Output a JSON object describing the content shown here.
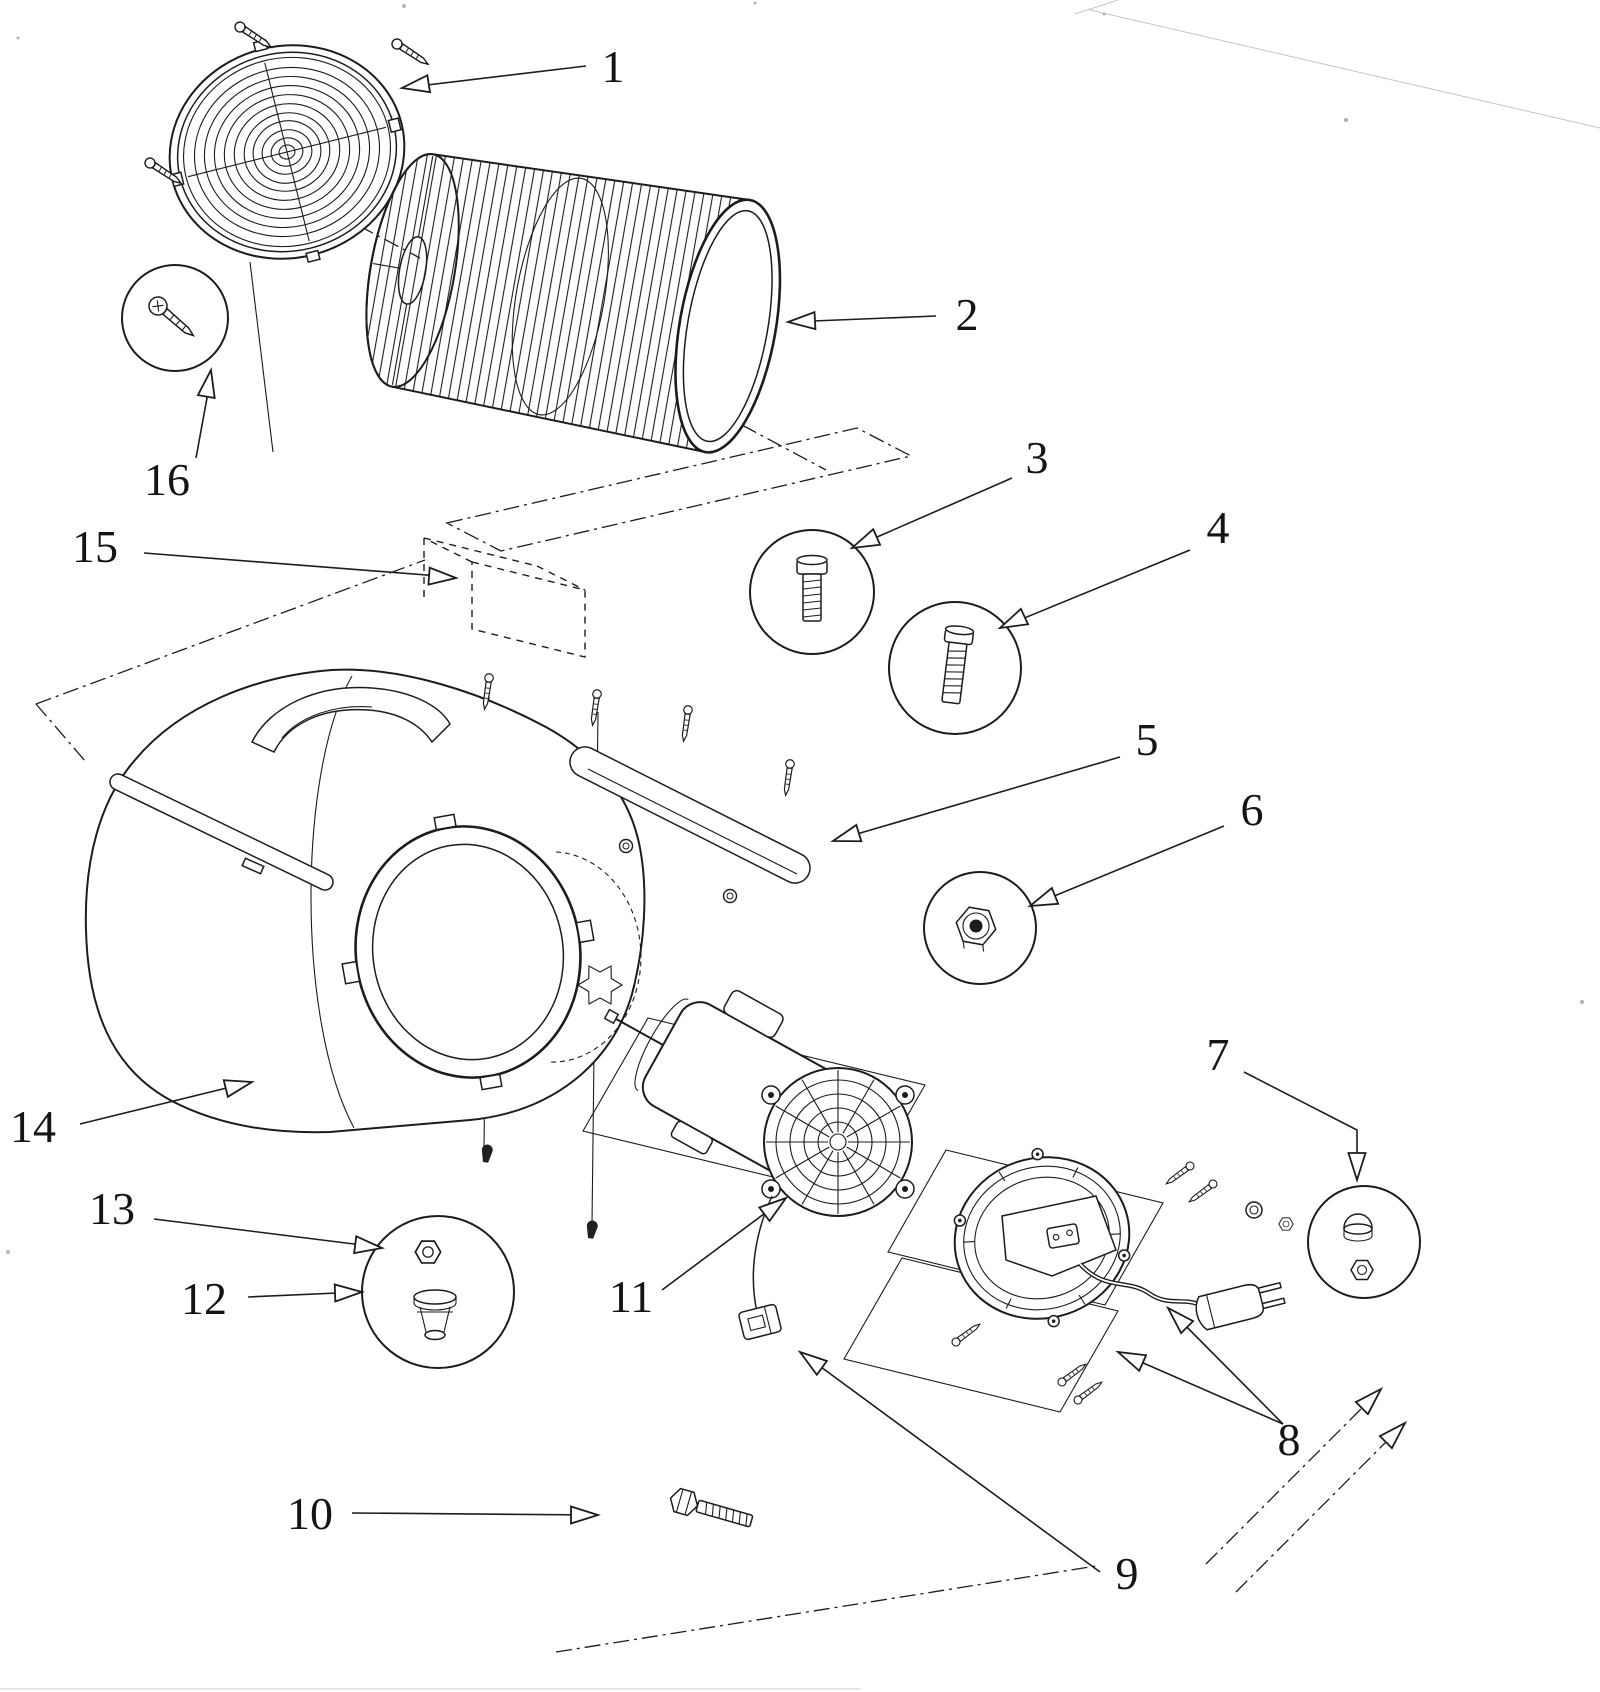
{
  "colors": {
    "ink": "#1c1c1c",
    "paper": "#ffffff"
  },
  "callouts": [
    {
      "label": "1"
    },
    {
      "label": "2"
    },
    {
      "label": "3"
    },
    {
      "label": "4"
    },
    {
      "label": "5"
    },
    {
      "label": "6"
    },
    {
      "label": "7"
    },
    {
      "label": "8"
    },
    {
      "label": "9"
    },
    {
      "label": "10"
    },
    {
      "label": "11"
    },
    {
      "label": "12"
    },
    {
      "label": "13"
    },
    {
      "label": "14"
    },
    {
      "label": "15"
    },
    {
      "label": "16"
    }
  ]
}
